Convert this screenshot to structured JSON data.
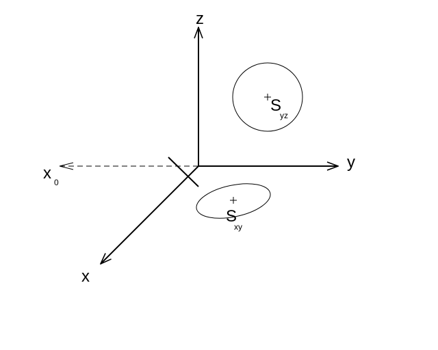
{
  "diagram": {
    "axes": {
      "z_label": "z",
      "y_label": "y",
      "x_label": "x",
      "x0_label": "x",
      "x0_subscript": "0"
    },
    "shapes": {
      "yz": {
        "label": "S",
        "subscript": "yz"
      },
      "xy": {
        "label": "S",
        "subscript": "xy"
      }
    },
    "colors": {
      "stroke": "#000000",
      "background": "#ffffff"
    }
  }
}
